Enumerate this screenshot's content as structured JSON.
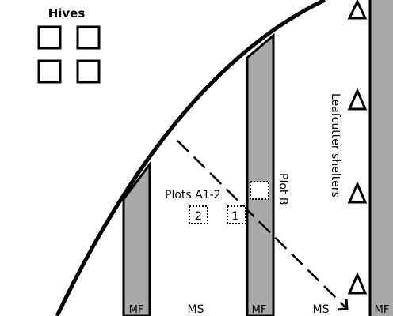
{
  "labels": {
    "hives": "Hives",
    "leafcutter_shelters": "Leafcutter shelters",
    "plots_a": "Plots A1-2",
    "plot_b": "Plot B",
    "plot_1": "1",
    "plot_2": "2",
    "strips": [
      "MF",
      "MS",
      "MF",
      "MS",
      "MF"
    ]
  },
  "colors": {
    "strip_fill": "#a9a9a9",
    "line": "#000000"
  },
  "icons": {
    "hive": "square-outline",
    "shelter": "triangle-outline"
  }
}
